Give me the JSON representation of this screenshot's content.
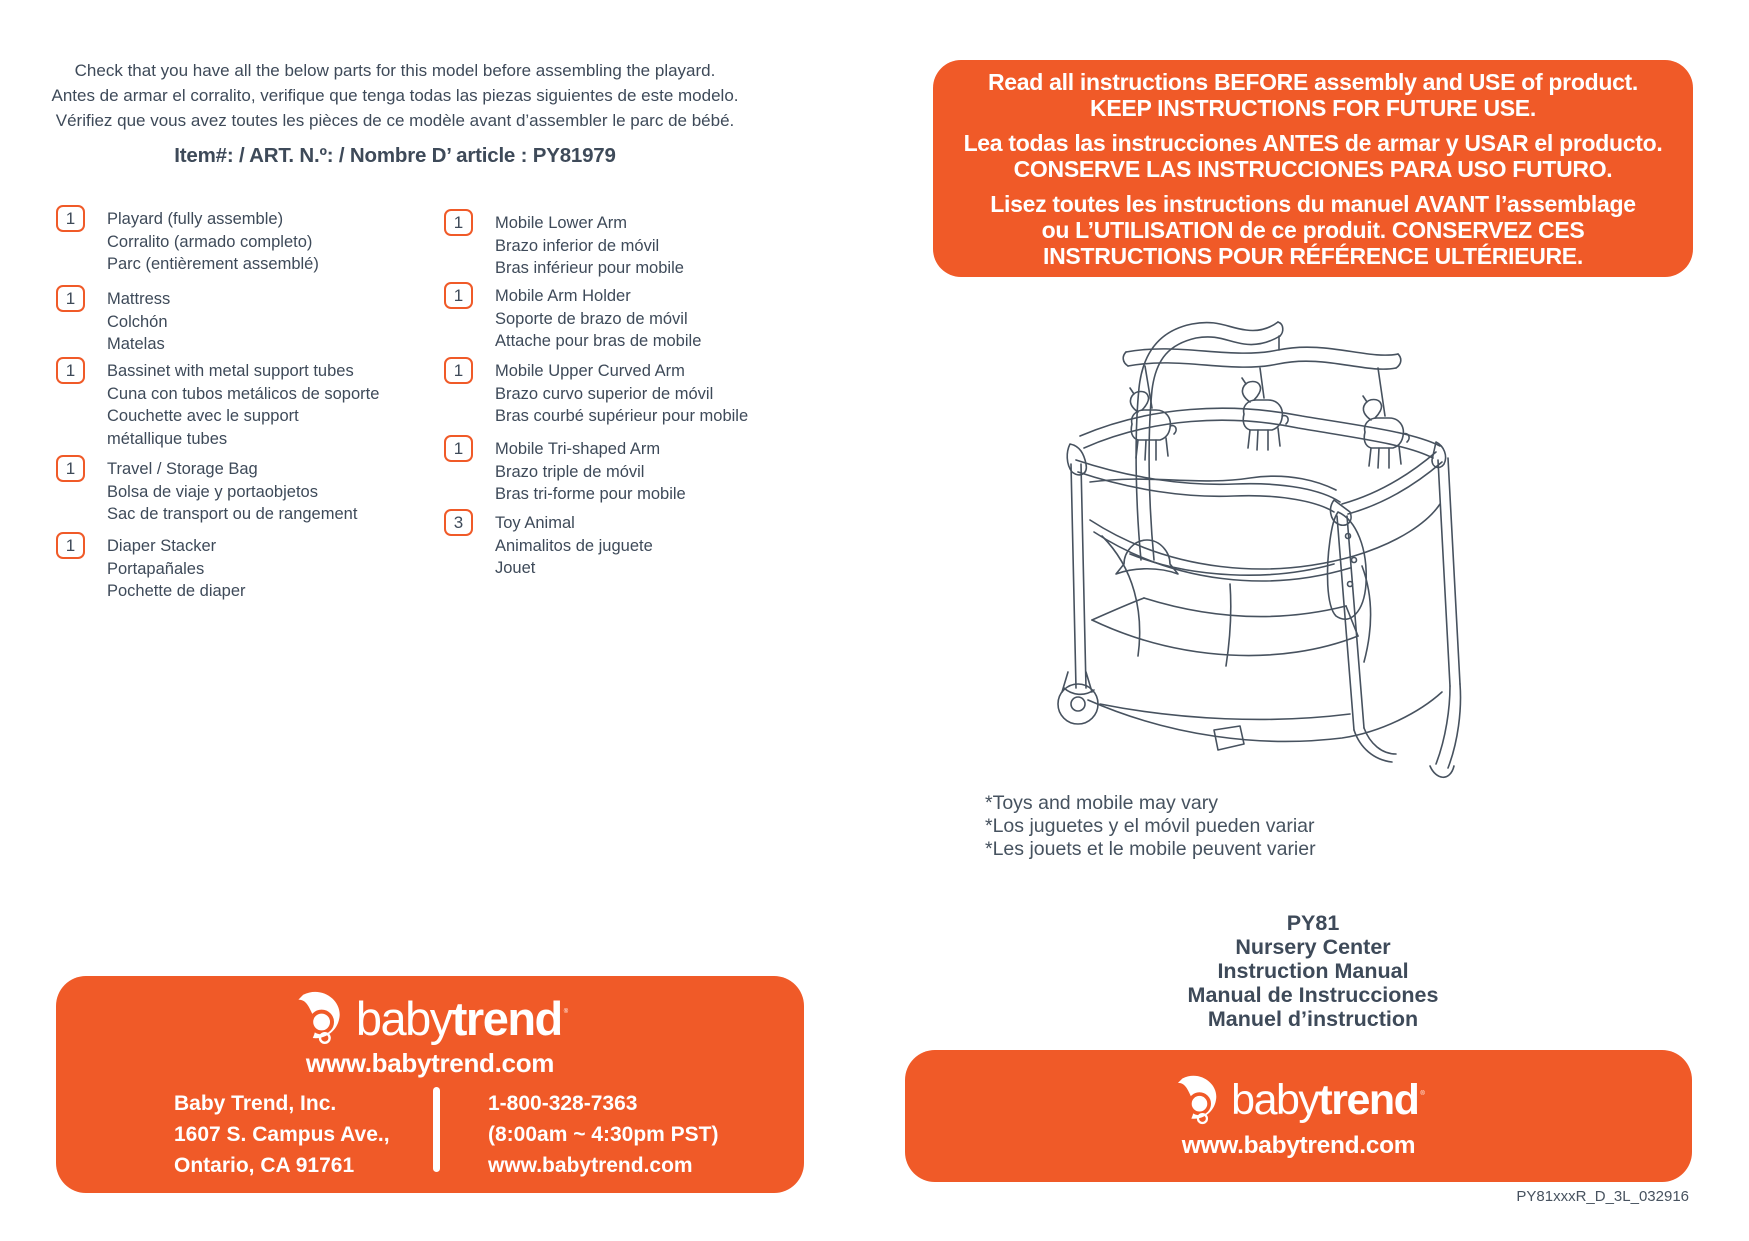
{
  "colors": {
    "orange": "#F05A28",
    "ink": "#3E4A59"
  },
  "header": {
    "intro_lines": [
      "Check that you have all the below parts for this model before assembling the playard.",
      "Antes de armar el corralito, verifique que tenga todas las piezas siguientes de este modelo.",
      "Vérifiez que vous avez toutes les pièces de ce modèle avant d’assembler le parc de bébé."
    ],
    "item_heading": "Item#: / ART. N.º: / Nombre D’ article : PY81979"
  },
  "parts_left": [
    {
      "qty": "1",
      "lines": [
        "Playard (fully assemble)",
        "Corralito (armado completo)",
        "Parc (entièrement assemblé)"
      ]
    },
    {
      "qty": "1",
      "lines": [
        "Mattress",
        "Colchón",
        "Matelas"
      ]
    },
    {
      "qty": "1",
      "lines": [
        "Bassinet with metal support tubes",
        "Cuna con tubos metálicos de soporte",
        "Couchette avec le support",
        "métallique tubes"
      ]
    },
    {
      "qty": "1",
      "lines": [
        "Travel / Storage Bag",
        "Bolsa de viaje y portaobjetos",
        "Sac de transport ou de rangement"
      ]
    },
    {
      "qty": "1",
      "lines": [
        "Diaper Stacker",
        "Portapañales",
        "Pochette de diaper"
      ]
    }
  ],
  "parts_right": [
    {
      "qty": "1",
      "lines": [
        "Mobile Lower Arm",
        "Brazo inferior de móvil",
        "Bras inférieur pour mobile"
      ]
    },
    {
      "qty": "1",
      "lines": [
        "Mobile Arm Holder",
        "Soporte de brazo de móvil",
        "Attache pour bras de mobile"
      ]
    },
    {
      "qty": "1",
      "lines": [
        "Mobile Upper Curved Arm",
        "Brazo curvo superior de móvil",
        "Bras courbé supérieur pour mobile"
      ]
    },
    {
      "qty": "1",
      "lines": [
        "Mobile Tri-shaped Arm",
        "Brazo triple de móvil",
        "Bras tri-forme pour mobile"
      ]
    },
    {
      "qty": "3",
      "lines": [
        "Toy Animal",
        "Animalitos de juguete",
        "Jouet"
      ]
    }
  ],
  "notice": {
    "lines": [
      "Read all instructions BEFORE assembly and USE of product.",
      "KEEP INSTRUCTIONS FOR FUTURE USE.",
      "Lea todas las instrucciones ANTES de armar y USAR el producto.",
      "CONSERVE LAS INSTRUCCIONES PARA USO FUTURO.",
      "Lisez toutes les instructions du manuel AVANT l’assemblage",
      "ou L’UTILISATION de ce produit. CONSERVEZ CES",
      "INSTRUCTIONS POUR RÉFÉRENCE ULTÉRIEURE."
    ]
  },
  "drawing": {
    "caption_lines": [
      "*Toys and mobile may vary",
      "*Los juguetes y el móvil pueden variar",
      "*Les jouets et le mobile peuvent varier"
    ]
  },
  "title_block": {
    "lines": [
      "PY81",
      "Nursery Center",
      "Instruction Manual",
      "Manual de Instrucciones",
      "Manuel d’instruction"
    ]
  },
  "brand": {
    "baby": "baby",
    "trend": "trend",
    "reg": "®",
    "website": "www.babytrend.com"
  },
  "contact_box": {
    "company_lines": [
      "Baby Trend, Inc.",
      "1607 S. Campus Ave.,",
      "Ontario, CA 91761"
    ],
    "contact_lines": [
      "1-800-328-7363",
      "(8:00am ~ 4:30pm PST)",
      "www.babytrend.com"
    ]
  },
  "footer": {
    "doc_code": "PY81xxxR_D_3L_032916"
  }
}
